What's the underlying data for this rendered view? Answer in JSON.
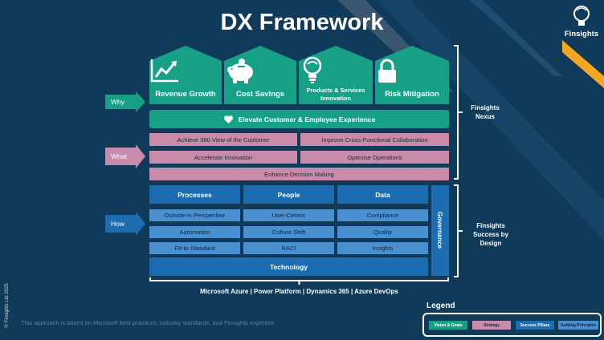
{
  "title": "DX Framework",
  "logo_text": "Finsights",
  "copyright": "© Finsights Ltd 2025",
  "footnote": "This approach is based on Microsoft best practices, industry standards, and Finsights expertise.",
  "layers": {
    "why": "Why",
    "what": "What",
    "how": "How"
  },
  "houses": [
    {
      "label": "Revenue Growth",
      "icon": "chart-icon"
    },
    {
      "label": "Cost Savings",
      "icon": "piggy-bank-icon"
    },
    {
      "label": "Products & Services Innovation",
      "icon": "lightbulb-icon"
    },
    {
      "label": "Risk Mitigation",
      "icon": "lock-icon"
    }
  ],
  "vision_bar": "Elevate Customer & Employee Experience",
  "strategy": [
    "Achieve 360 View of the Customer",
    "Improve Cross-Functional Collaboration",
    "Accelerate Innovation",
    "Optimise Operations",
    "Enhance Decision Making"
  ],
  "pillars": [
    "Processes",
    "People",
    "Data"
  ],
  "principles": [
    "Outside-in Perspective",
    "User-Centric",
    "Compliance",
    "Automation",
    "Culture Shift",
    "Quality",
    "Fit-to-Standard",
    "RACI",
    "Insights"
  ],
  "technology": "Technology",
  "governance": "Governance",
  "platforms": "Microsoft Azure | Power Platform | Dynamics 365 | Azure DevOps",
  "brackets": {
    "nexus": "Finsights Nexus",
    "success": "Finsights Success by Design"
  },
  "legend": {
    "title": "Legend",
    "items": [
      "Vision & Goals",
      "Strategy",
      "Success Pillars",
      "Guiding Principles"
    ]
  },
  "colors": {
    "background": "#103a5a",
    "vision": "#16a085",
    "strategy": "#c98bab",
    "pillar": "#1c6cb1",
    "principle": "#4a8fd0",
    "accent": "#f5a623"
  }
}
